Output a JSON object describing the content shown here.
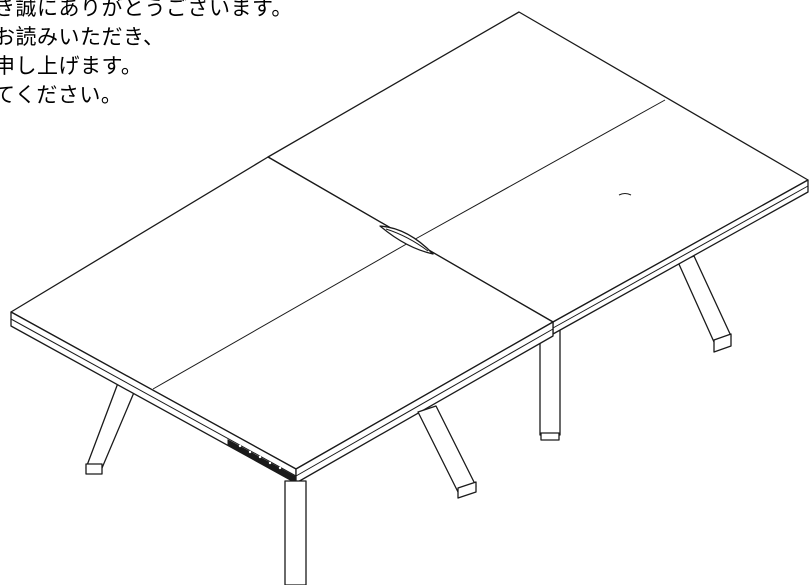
{
  "intro_text": [
    "き誠にありがとうございます。",
    "お読みいただき、",
    "申し上げます。",
    "てください。"
  ],
  "line_color": "#1a1a1a",
  "background_color": "#ffffff"
}
